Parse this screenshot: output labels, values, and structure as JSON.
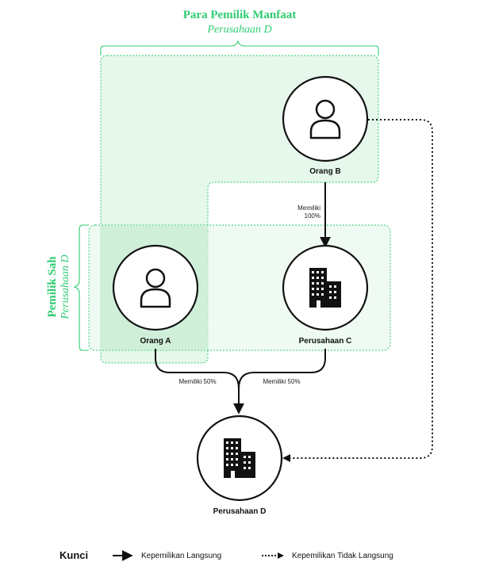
{
  "colors": {
    "accent": "#2ECC71",
    "fill": "#E2F6E8",
    "overlap": "#C9EDD4",
    "ink": "#111111"
  },
  "beneficial_owners": {
    "title": "Para Pemilik Manfaat",
    "subtitle": "Perusahaan D"
  },
  "legal_owners": {
    "title": "Pemilik Sah",
    "subtitle": "Perusahaan D"
  },
  "nodes": {
    "orang_b": {
      "label": "Orang B",
      "icon": "person-icon"
    },
    "orang_a": {
      "label": "Orang A",
      "icon": "person-icon"
    },
    "perusahaan_c": {
      "label": "Perusahaan C",
      "icon": "building-icon"
    },
    "perusahaan_d": {
      "label": "Perusahaan D",
      "icon": "building-icon"
    }
  },
  "edges": {
    "b_to_c": {
      "line1": "Memiliki",
      "line2": "100%"
    },
    "a_to_d": "Memiliki 50%",
    "c_to_d": "Memiliki 50%"
  },
  "legend": {
    "title": "Kunci",
    "direct": "Kepemilikan Langsung",
    "indirect": "Kepemilikan Tidak Langsung"
  }
}
